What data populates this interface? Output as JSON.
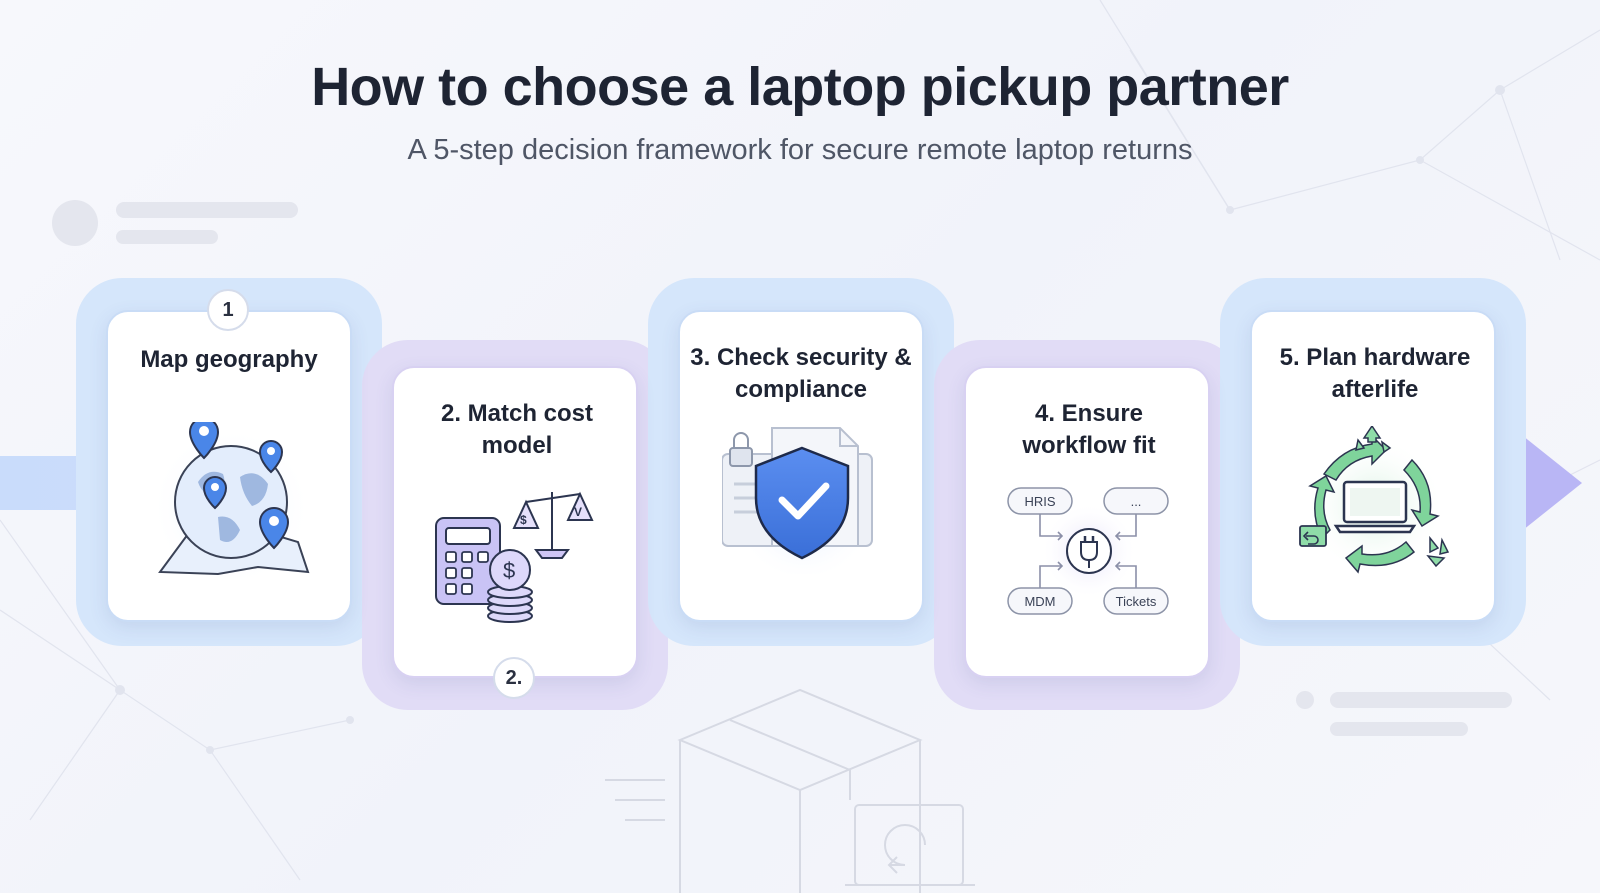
{
  "title": "How to choose a laptop pickup partner",
  "subtitle": "A 5-step decision framework for secure remote laptop returns",
  "steps": [
    {
      "badge": "1",
      "label": "Map geography",
      "icon": "globe-map-pins-icon"
    },
    {
      "badge": "2.",
      "label": "2. Match cost model",
      "icon": "calculator-scale-coins-icon"
    },
    {
      "label": "3. Check security & compliance",
      "icon": "shield-check-icon"
    },
    {
      "label": "4. Ensure workflow fit",
      "icon": "integration-plug-icon",
      "chips": [
        "HRIS",
        "...",
        "MDM",
        "Tickets"
      ]
    },
    {
      "label": "5. Plan hardware afterlife",
      "icon": "recycle-laptop-icon"
    }
  ],
  "colors": {
    "accent_blue": "#3b82f6",
    "accent_purple": "#7c6fd6",
    "accent_green": "#3bb56a",
    "band_blue": "#c9dcfb",
    "arrow_purple": "#b9b6f5"
  }
}
